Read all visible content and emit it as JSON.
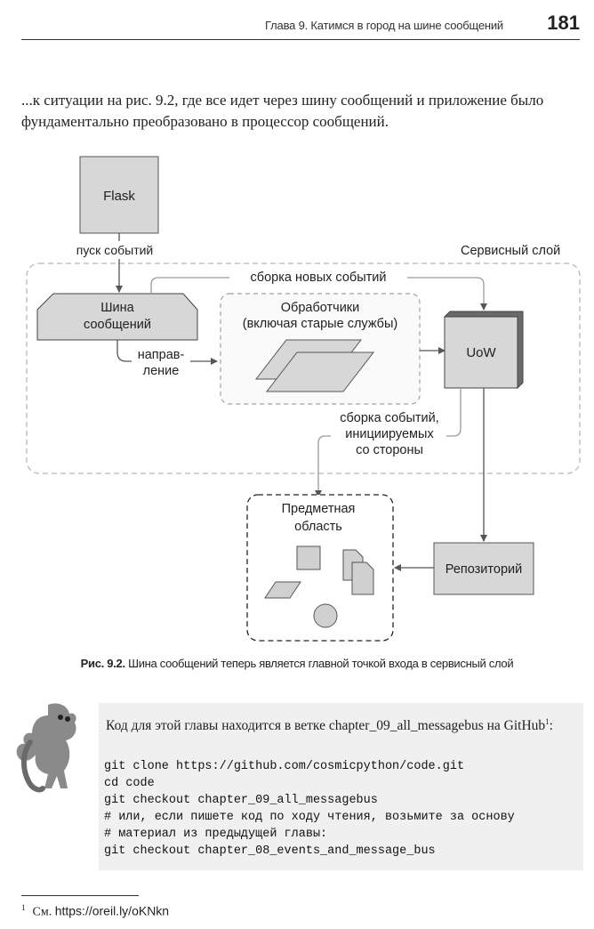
{
  "header": {
    "running_title": "Глава 9. Катимся в город на шине сообщений",
    "page_number": "181"
  },
  "body": {
    "paragraph": "...к ситуации на рис. 9.2, где все идет через шину сообщений и приложение было фундаментально преобразовано в процессор сообщений."
  },
  "figure": {
    "flask": "Flask",
    "event_trigger": "пуск событий",
    "service_layer": "Сервисный слой",
    "collect_new_events": "сборка новых событий",
    "bus_line1": "Шина",
    "bus_line2": "сообщений",
    "handlers_line1": "Обработчики",
    "handlers_line2": "(включая старые службы)",
    "route_line1": "направ-",
    "route_line2": "ление",
    "uow": "UoW",
    "collect_line1": "сборка событий,",
    "collect_line2": "инициируемых",
    "collect_line3": "со стороны",
    "domain_line1": "Предметная",
    "domain_line2": "область",
    "repository": "Репозиторий",
    "caption_label": "Рис. 9.2.",
    "caption_text": "Шина сообщений теперь является главной точкой входа в сервисный слой"
  },
  "note": {
    "text": "Код для этой главы находится в ветке chapter_09_all_messagebus на GitHub",
    "footnote_ref": "1",
    "text_end": ":",
    "code": [
      "git clone https://github.com/cosmicpython/code.git",
      "cd code",
      "git checkout chapter_09_all_messagebus",
      "# или, если пишете код по ходу чтения, возьмите за основу",
      "# материал из предыдущей главы:",
      "git checkout chapter_08_events_and_message_bus"
    ]
  },
  "footnote": {
    "number": "1",
    "prefix": "См.",
    "url": "https://oreil.ly/oKNkn"
  }
}
